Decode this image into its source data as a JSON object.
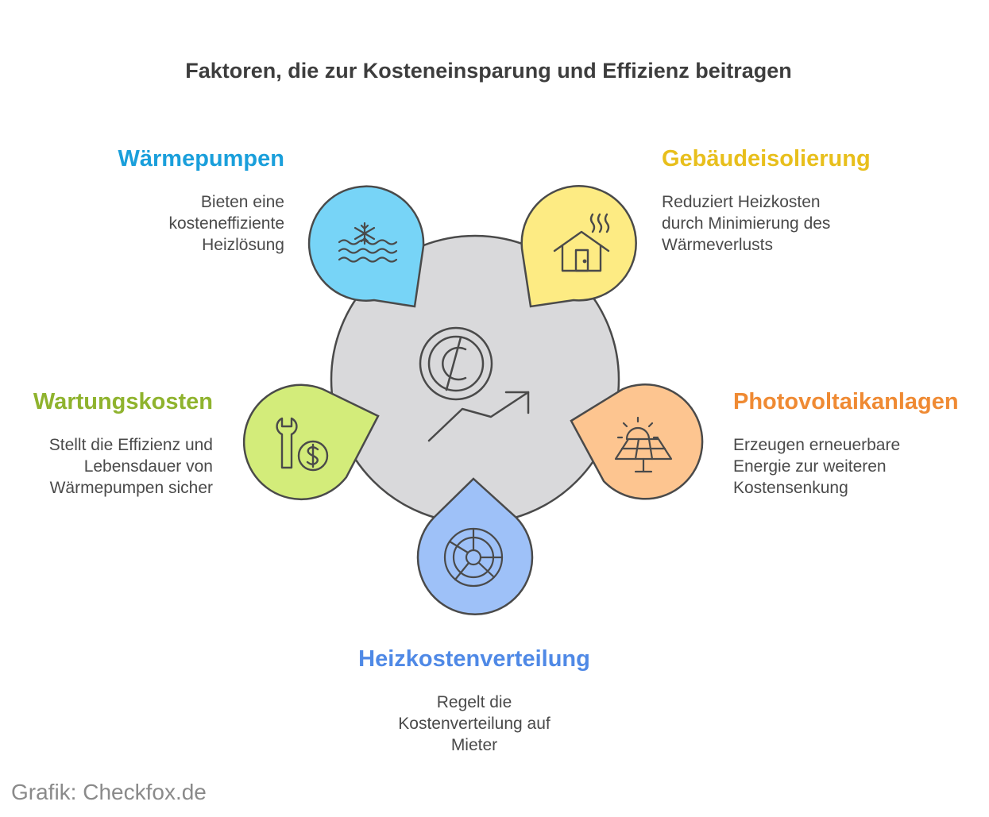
{
  "title": "Faktoren, die zur Kosteneinsparung und Effizienz beitragen",
  "source": "Grafik: Checkfox.de",
  "factors": {
    "waermepumpen": {
      "title": "Wärmepumpen",
      "lines": [
        "Bieten eine",
        "kosteneffiziente",
        "Heizlösung"
      ],
      "color": "#1a9fdb",
      "fill": "#77d4f7",
      "icon": "snowflake-waves-icon"
    },
    "gebaeudeisolierung": {
      "title": "Gebäudeisolierung",
      "lines": [
        "Reduziert Heizkosten",
        "durch Minimierung des",
        "Wärmeverlusts"
      ],
      "color": "#e8bf1c",
      "fill": "#fdeb83",
      "icon": "house-heat-icon"
    },
    "wartungskosten": {
      "title": "Wartungskosten",
      "lines": [
        "Stellt die Effizienz und",
        "Lebensdauer von",
        "Wärmepumpen sicher"
      ],
      "color": "#8fb32e",
      "fill": "#d3ec7a",
      "icon": "wrench-dollar-icon"
    },
    "photovoltaik": {
      "title": "Photovoltaikanlagen",
      "lines": [
        "Erzeugen erneuerbare",
        "Energie zur weiteren",
        "Kostensenkung"
      ],
      "color": "#ef8a33",
      "fill": "#fdc590",
      "icon": "solar-panel-icon"
    },
    "heizkostenverteilung": {
      "title": "Heizkostenverteilung",
      "lines": [
        "Regelt die",
        "Kostenverteilung auf",
        "Mieter"
      ],
      "color": "#4f89e6",
      "fill": "#9ec1f8",
      "icon": "pie-chart-icon"
    }
  },
  "center": {
    "fill": "#d9d9db",
    "icon": "cent-growth-icon"
  }
}
